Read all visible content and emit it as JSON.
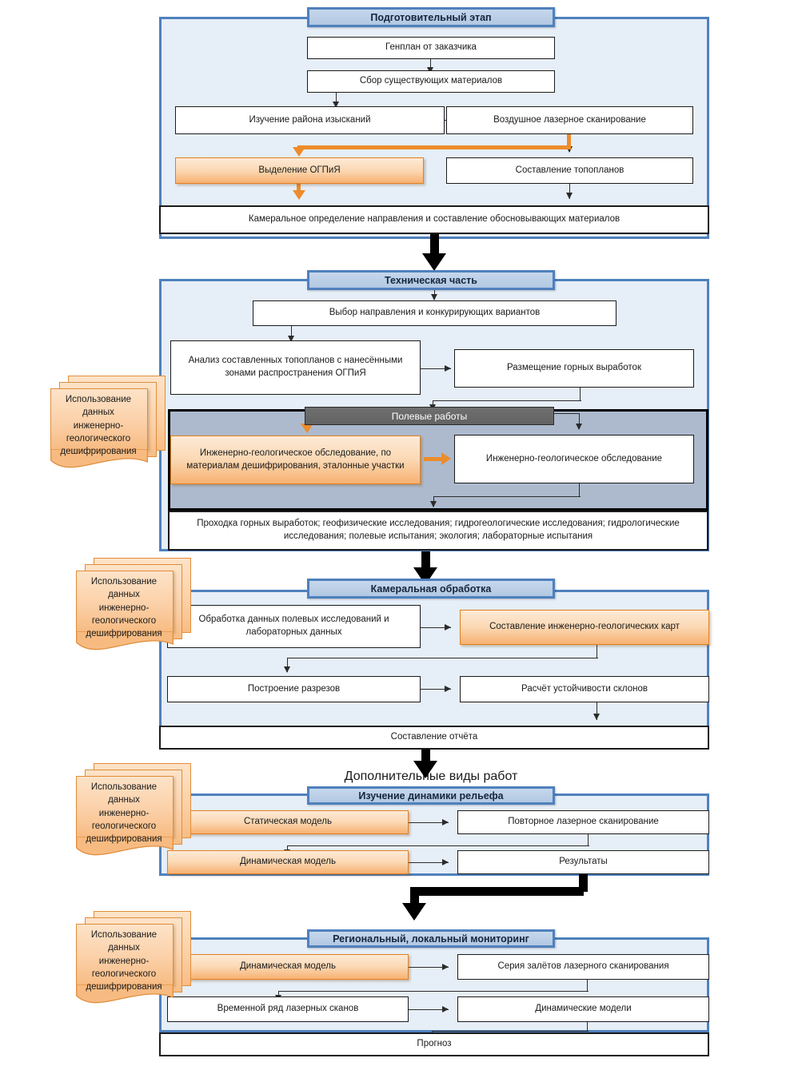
{
  "colors": {
    "panel_bg": "#e6eef8",
    "panel_border": "#4f81bd",
    "banner_bg": "#b8cce4",
    "accent_orange": "#ed8c2b",
    "orange_fill": "#fbd0a8",
    "gray_zone": "#adbacd",
    "gray_banner": "#6f6f6f"
  },
  "note_text": "Использование данных инженерно-геологического дешифрирования",
  "note_lines": [
    "Использование",
    "данных",
    "инженерно-",
    "геологического",
    "дешифрирования"
  ],
  "standalone_caption": "Дополнительные виды работ",
  "stages": [
    {
      "id": "preparatory",
      "title": "Подготовительный  этап",
      "nodes": [
        {
          "id": "genplan",
          "label": "Генплан от заказчика",
          "type": "box"
        },
        {
          "id": "collect",
          "label": "Сбор существующих  материалов",
          "type": "box"
        },
        {
          "id": "study_area",
          "label": "Изучение района изысканий",
          "type": "box"
        },
        {
          "id": "airborne_lidar",
          "label": "Воздушное лазерное сканирование",
          "type": "box"
        },
        {
          "id": "ogpia",
          "label": "Выделение ОГПиЯ",
          "type": "orange"
        },
        {
          "id": "topoplans",
          "label": "Составление топопланов",
          "type": "box"
        },
        {
          "id": "office_direction",
          "label": "Камеральное определение направления и составление обосновывающих материалов",
          "type": "box-thick"
        }
      ]
    },
    {
      "id": "technical",
      "title": "Техническая часть",
      "nodes": [
        {
          "id": "direction_choice",
          "label": "Выбор направления и конкурирующих вариантов",
          "type": "box"
        },
        {
          "id": "analysis",
          "label": "Анализ составленных топопланов с нанесёнными зонами распространения  ОГПиЯ",
          "type": "box"
        },
        {
          "id": "mine_placement",
          "label": "Размещение горных выработок",
          "type": "box"
        },
        {
          "id": "field_works",
          "label": "Полевые работы",
          "type": "gray-banner"
        },
        {
          "id": "survey_decoded",
          "label": "Инженерно-геологическое обследование, по материалам дешифрирования, эталонные участки",
          "type": "orange"
        },
        {
          "id": "survey",
          "label": "Инженерно-геологическое обследование",
          "type": "box"
        },
        {
          "id": "works_list",
          "label": "Проходка горных выработок; геофизические исследования; гидрогеологические исследования; гидрологические исследования; полевые испытания; экология; лабораторные испытания",
          "type": "box-thick"
        }
      ]
    },
    {
      "id": "office_processing",
      "title": "Камеральная обработка",
      "nodes": [
        {
          "id": "process_data",
          "label": "Обработка данных полевых исследований и лабораторных данных",
          "type": "box"
        },
        {
          "id": "geo_maps",
          "label": "Составление инженерно-геологических карт",
          "type": "orange"
        },
        {
          "id": "sections",
          "label": "Построение разрезов",
          "type": "box"
        },
        {
          "id": "slope_stability",
          "label": "Расчёт устойчивости  склонов",
          "type": "box"
        },
        {
          "id": "report",
          "label": "Составление отчёта",
          "type": "box-thick"
        }
      ]
    },
    {
      "id": "relief_dynamics",
      "title": "Изучение динамики  рельефа",
      "nodes": [
        {
          "id": "static_model",
          "label": "Статическая модель",
          "type": "orange"
        },
        {
          "id": "repeat_lidar",
          "label": "Повторное лазерное сканирование",
          "type": "box"
        },
        {
          "id": "dynamic_model",
          "label": "Динамическая модель",
          "type": "orange"
        },
        {
          "id": "results",
          "label": "Результаты",
          "type": "box"
        }
      ]
    },
    {
      "id": "monitoring",
      "title": "Региональный, локальный мониторинг",
      "nodes": [
        {
          "id": "dynamic_model_2",
          "label": "Динамическая модель",
          "type": "orange"
        },
        {
          "id": "lidar_series",
          "label": "Серия залётов лазерного сканирования",
          "type": "box"
        },
        {
          "id": "scan_timeseries",
          "label": "Временной ряд лазерных сканов",
          "type": "box"
        },
        {
          "id": "dynamic_models",
          "label": "Динамические модели",
          "type": "box"
        },
        {
          "id": "forecast",
          "label": "Прогноз",
          "type": "box-thick"
        }
      ]
    }
  ]
}
